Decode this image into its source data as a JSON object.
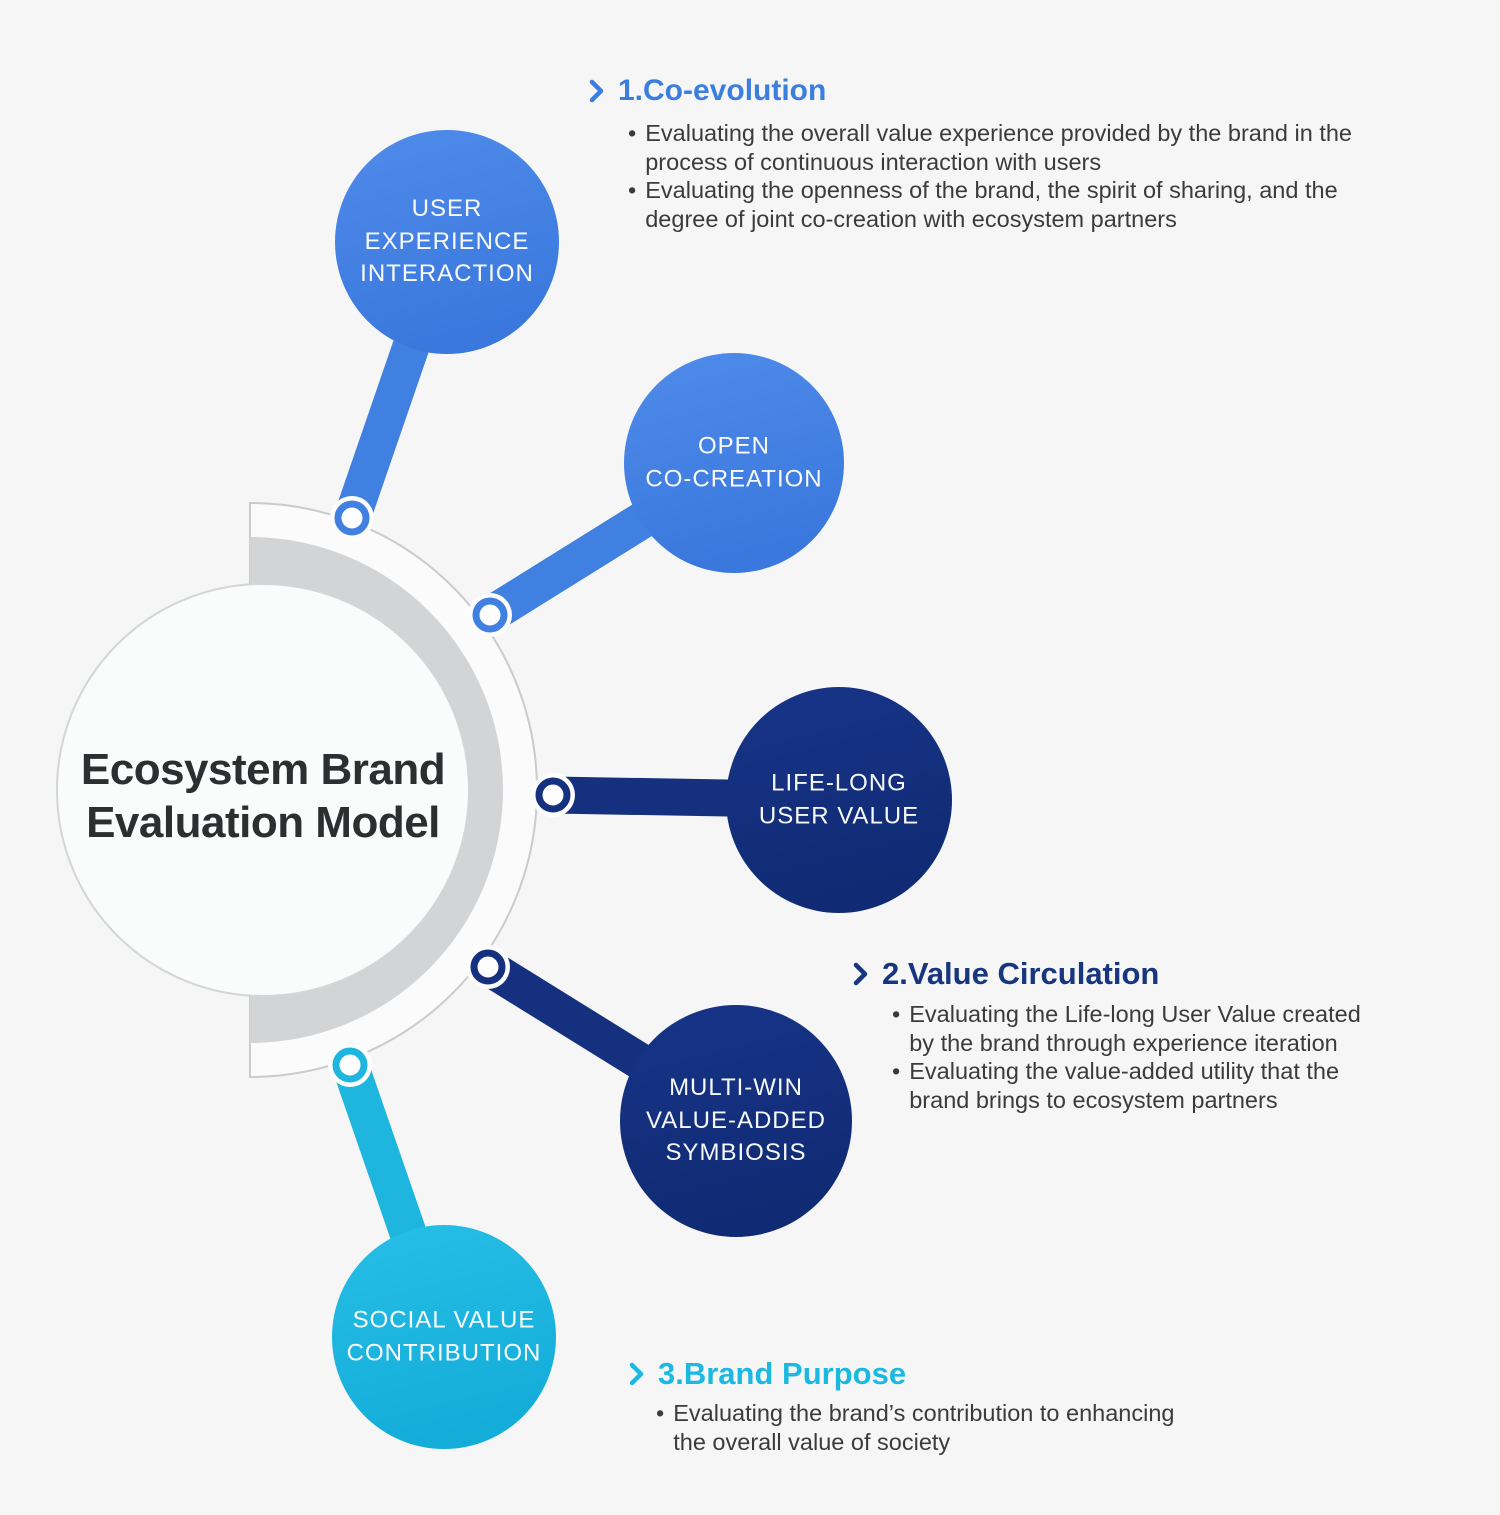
{
  "title": {
    "lines": [
      "Ecosystem Brand",
      "Evaluation Model"
    ]
  },
  "nodes": [
    {
      "id": "user-experience-interaction",
      "label_lines": [
        "USER",
        "EXPERIENCE",
        "INTERACTION"
      ],
      "color": "#4181E2"
    },
    {
      "id": "open-co-creation",
      "label_lines": [
        "OPEN",
        "CO-CREATION"
      ],
      "color": "#4181E2"
    },
    {
      "id": "life-long-user-value",
      "label_lines": [
        "LIFE-LONG",
        "USER VALUE"
      ],
      "color": "#14307F"
    },
    {
      "id": "multi-win-value-added-symbiosis",
      "label_lines": [
        "MULTI-WIN",
        "VALUE-ADDED",
        "SYMBIOSIS"
      ],
      "color": "#14307F"
    },
    {
      "id": "social-value-contribution",
      "label_lines": [
        "SOCIAL VALUE",
        "CONTRIBUTION"
      ],
      "color": "#1FB7DF"
    }
  ],
  "sections": [
    {
      "heading": "1.Co-evolution",
      "color": "#3C7EE0",
      "bullets": [
        "Evaluating the overall value experience provided by the brand in the process of continuous interaction with users",
        "Evaluating the openness of the brand, the spirit of sharing, and the degree of joint co-creation with ecosystem partners"
      ]
    },
    {
      "heading": "2.Value Circulation",
      "color": "#17367F",
      "bullets": [
        "Evaluating the Life-long User Value created by the brand through experience iteration",
        "Evaluating the value-added utility that the brand brings to ecosystem partners"
      ]
    },
    {
      "heading": "3.Brand Purpose",
      "color": "#1BB8E1",
      "bullets": [
        "Evaluating the brand’s contribution to enhancing the overall value of society"
      ]
    }
  ],
  "bullet_glyph": "•",
  "colors": {
    "background": "#F6F6F7",
    "node_blue": "#4181E2",
    "node_navy": "#14307F",
    "node_cyan": "#1FB7DF",
    "heading_blue": "#3C7EE0",
    "heading_navy": "#17367F",
    "heading_cyan": "#1BB8E1",
    "band_gray": "#D3D4D6",
    "arc_line_gray": "#C9CBCE",
    "body_text": "#3B3B3D",
    "title_text": "#2D2E30"
  }
}
